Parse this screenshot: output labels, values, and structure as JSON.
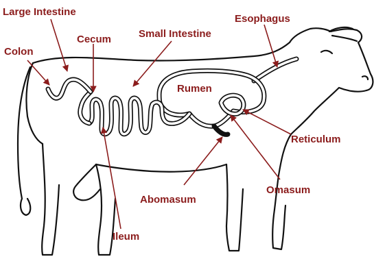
{
  "accent_color": "#8b1c1c",
  "labels": {
    "large_intestine": "Large Intestine",
    "esophagus": "Esophagus",
    "cecum": "Cecum",
    "small_intestine": "Small Intestine",
    "colon": "Colon",
    "rumen": "Rumen",
    "reticulum": "Reticulum",
    "omasum": "Omasum",
    "abomasum": "Abomasum",
    "ileum": "Ileum"
  }
}
